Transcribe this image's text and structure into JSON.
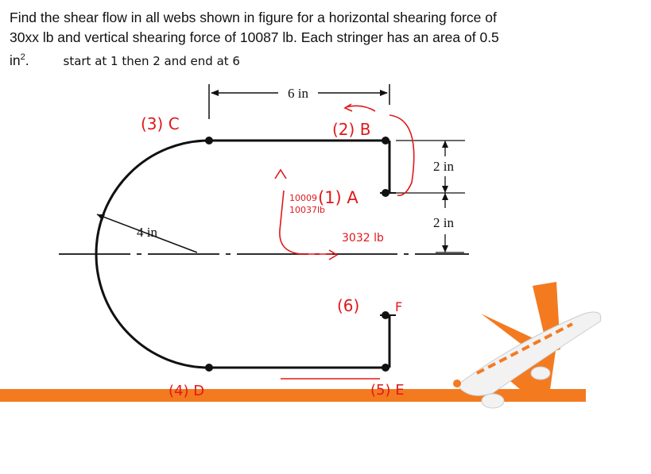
{
  "problem": {
    "line1": "Find the shear flow in all webs shown in figure for a horizontal shearing force of",
    "line2": "30xx lb and vertical shearing force of 10087 lb. Each stringer has an area of 0.5",
    "line3_unit": "in",
    "line3_exp": "2",
    "line3_end": ".",
    "hint": "start at 1 then 2 and end at 6"
  },
  "diagram": {
    "dim_width": "6 in",
    "dim_radius": "4 in",
    "dim_upper": "2 in",
    "dim_lower": "2 in",
    "label_c": "(3) C",
    "label_b": "(2) B",
    "label_a": "(1) A",
    "label_d": "(4) D",
    "label_e": "(5) E",
    "label_f": "(6)",
    "label_f_letter": "F",
    "note_line1": "10009",
    "note_line2": "10037lb",
    "note_3032": "3032 lb"
  },
  "colors": {
    "ink": "#111111",
    "handwriting": "#e0181b",
    "banner": "#f47a20",
    "plane_body": "#f2f2f2",
    "plane_accent": "#f47a20"
  },
  "icons": [
    "airplane-icon"
  ]
}
